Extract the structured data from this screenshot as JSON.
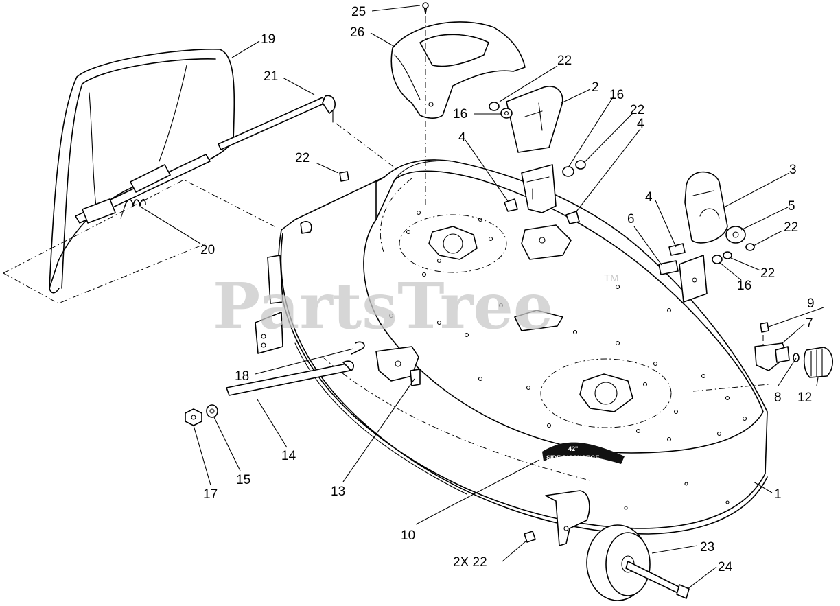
{
  "watermark": {
    "text": "PartsTree",
    "trademark": "TM"
  },
  "decal": {
    "line1": "42\"",
    "line2": "SIDE DISCHARGE"
  },
  "callouts": [
    {
      "id": "c25",
      "text": "25"
    },
    {
      "id": "c26",
      "text": "26"
    },
    {
      "id": "c19",
      "text": "19"
    },
    {
      "id": "c21",
      "text": "21"
    },
    {
      "id": "c22a",
      "text": "22"
    },
    {
      "id": "c2",
      "text": "2"
    },
    {
      "id": "c16a",
      "text": "16"
    },
    {
      "id": "c16b",
      "text": "16"
    },
    {
      "id": "c22b",
      "text": "22"
    },
    {
      "id": "c4a",
      "text": "4"
    },
    {
      "id": "c4b",
      "text": "4"
    },
    {
      "id": "c22c",
      "text": "22"
    },
    {
      "id": "c3",
      "text": "3"
    },
    {
      "id": "c4c",
      "text": "4"
    },
    {
      "id": "c5",
      "text": "5"
    },
    {
      "id": "c22d",
      "text": "22"
    },
    {
      "id": "c6",
      "text": "6"
    },
    {
      "id": "c20",
      "text": "20"
    },
    {
      "id": "c22e",
      "text": "22"
    },
    {
      "id": "c16c",
      "text": "16"
    },
    {
      "id": "c9",
      "text": "9"
    },
    {
      "id": "c7",
      "text": "7"
    },
    {
      "id": "c18",
      "text": "18"
    },
    {
      "id": "c8",
      "text": "8"
    },
    {
      "id": "c12",
      "text": "12"
    },
    {
      "id": "c17",
      "text": "17"
    },
    {
      "id": "c15",
      "text": "15"
    },
    {
      "id": "c14",
      "text": "14"
    },
    {
      "id": "c13",
      "text": "13"
    },
    {
      "id": "c1",
      "text": "1"
    },
    {
      "id": "c10",
      "text": "10"
    },
    {
      "id": "c23",
      "text": "23"
    },
    {
      "id": "c24",
      "text": "24"
    },
    {
      "id": "c22f",
      "text": "2X 22"
    }
  ]
}
